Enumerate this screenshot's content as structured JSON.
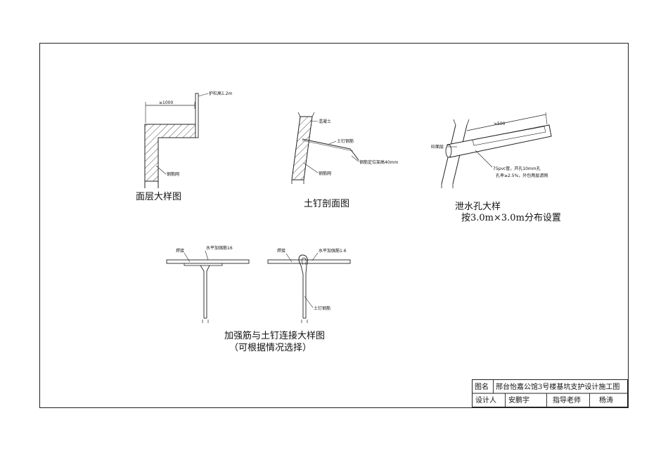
{
  "details": {
    "face": {
      "title": "面层大样图",
      "label_railing": "护栏高1.2m",
      "label_width": "≥1000",
      "label_mesh": "钢筋网"
    },
    "nail_section": {
      "title": "土钉剖面图",
      "label_concrete": "混凝土",
      "label_nail": "土钉钢筋",
      "label_centering": "钢筋定位架高40mm",
      "label_mesh": "钢筋网"
    },
    "drain": {
      "title": "泄水孔大样",
      "subtitle": "按3.0m×3.0m分布设置",
      "label_length": "≥500",
      "label_layer": "砼面层",
      "note_line1": "75pvc管，开孔10mm孔",
      "note_line2": "孔率≥2.5%，外包两层滤网"
    },
    "connection": {
      "title": "加强筋与土钉连接大样图",
      "subtitle": "（可根据情况选择）",
      "left_weld": "焊接",
      "left_bar": "水平加强筋16",
      "right_weld": "焊接",
      "right_bar": "水平加强筋1.6",
      "right_nail": "土钉钢筋"
    }
  },
  "title_block": {
    "name_label": "图名",
    "name_value": "邢台怡嘉公馆3号楼基坑支护设计施工图",
    "designer_label": "设计人",
    "designer_value": "安鹏宇",
    "advisor_label": "指导老师",
    "advisor_value": "杨涛"
  }
}
